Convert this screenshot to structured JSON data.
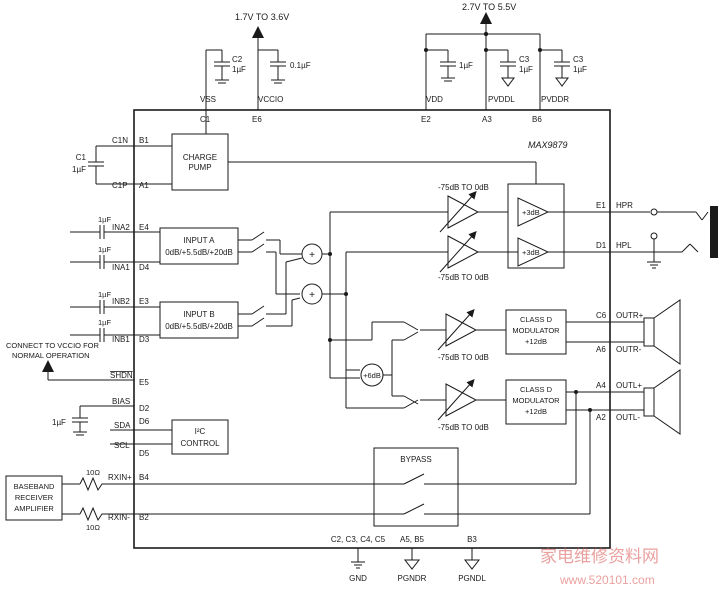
{
  "supplies": {
    "vccio_range": "1.7V TO 3.6V",
    "vdd_range": "2.7V TO 5.5V"
  },
  "caps": {
    "c2": "C2",
    "c2_value": "1µF",
    "vccio_cap": "0.1µF",
    "vdd_cap": "1µF",
    "c3": "C3",
    "c3_value": "1µF",
    "c1": "C1",
    "c1_value": "1µF",
    "input_cap": "1µF",
    "bias_cap": "1µF"
  },
  "chip": {
    "name": "MAX9879"
  },
  "top_pins": [
    {
      "name": "VSS",
      "ball": "C1"
    },
    {
      "name": "VCCIO",
      "ball": "E6"
    },
    {
      "name": "VDD",
      "ball": "E2"
    },
    {
      "name": "PVDDL",
      "ball": "A3"
    },
    {
      "name": "PVDDR",
      "ball": "B6"
    }
  ],
  "left_pins": [
    {
      "name": "C1N",
      "ball": "B1"
    },
    {
      "name": "C1P",
      "ball": "A1"
    },
    {
      "name": "INA2",
      "ball": "E4"
    },
    {
      "name": "INA1",
      "ball": "D4"
    },
    {
      "name": "INB2",
      "ball": "E3"
    },
    {
      "name": "INB1",
      "ball": "D3"
    },
    {
      "name": "SHDN",
      "ball": "E5"
    },
    {
      "name": "BIAS",
      "ball": "D2"
    },
    {
      "name": "SDA",
      "ball": "D6"
    },
    {
      "name": "SCL",
      "ball": "D5"
    },
    {
      "name": "RXIN+",
      "ball": "B4"
    },
    {
      "name": "RXIN-",
      "ball": "B2"
    }
  ],
  "right_pins": [
    {
      "name": "HPR",
      "ball": "E1"
    },
    {
      "name": "HPL",
      "ball": "D1"
    },
    {
      "name": "OUTR+",
      "ball": "C6"
    },
    {
      "name": "OUTR-",
      "ball": "A6"
    },
    {
      "name": "OUTL+",
      "ball": "A4"
    },
    {
      "name": "OUTL-",
      "ball": "A2"
    }
  ],
  "bottom_pins": [
    {
      "balls": "C2, C3, C4, C5",
      "name": "GND"
    },
    {
      "balls": "A5, B5",
      "name": "PGNDR"
    },
    {
      "balls": "B3",
      "name": "PGNDL"
    }
  ],
  "blocks": {
    "charge_pump": [
      "CHARGE",
      "PUMP"
    ],
    "input_a": [
      "INPUT A",
      "0dB/+5.5dB/+20dB"
    ],
    "input_b": [
      "INPUT B",
      "0dB/+5.5dB/+20dB"
    ],
    "i2c": [
      "I²C",
      "CONTROL"
    ],
    "bypass": "BYPASS",
    "classd_r": [
      "CLASS D",
      "MODULATOR",
      "+12dB"
    ],
    "classd_l": [
      "CLASS D",
      "MODULATOR",
      "+12dB"
    ],
    "hp_gain": "+3dB",
    "mix_gain": "+6dB",
    "sum_symbol": "+"
  },
  "volume_labels": {
    "hp_top": "-75dB TO 0dB",
    "hp_bottom": "-75dB TO 0dB",
    "spk_r": "-75dB TO 0dB",
    "spk_l": "-75dB TO 0dB"
  },
  "shdn_note": [
    "CONNECT TO VCCIO FOR",
    "NORMAL OPERATION"
  ],
  "baseband": [
    "BASEBAND",
    "RECEIVER",
    "AMPLIFIER"
  ],
  "resistors": {
    "r1": "10Ω",
    "r2": "10Ω"
  },
  "watermark": {
    "cn": "家电维修资料网",
    "url": "www.520101.com"
  }
}
